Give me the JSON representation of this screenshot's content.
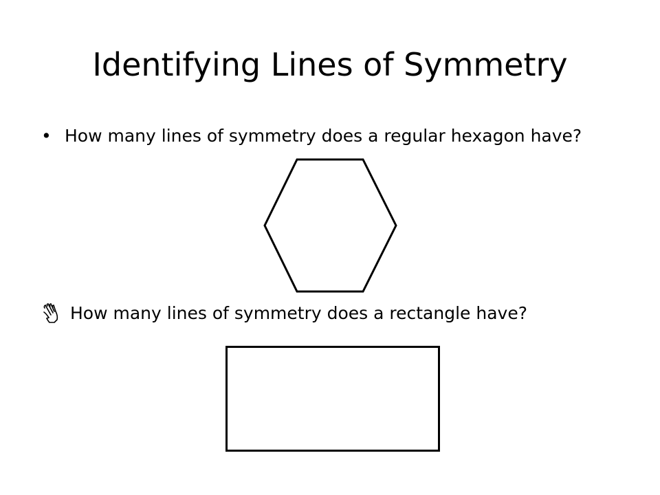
{
  "slide": {
    "title": "Identifying Lines of Symmetry",
    "bullets": [
      {
        "marker": "•",
        "text": "How many lines of symmetry does a regular hexagon have?"
      },
      {
        "marker_icon": "hand-pointer-icon",
        "text": "How many lines of symmetry does a rectangle have?"
      }
    ],
    "colors": {
      "background": "#ffffff",
      "text": "#000000",
      "stroke": "#000000"
    }
  }
}
